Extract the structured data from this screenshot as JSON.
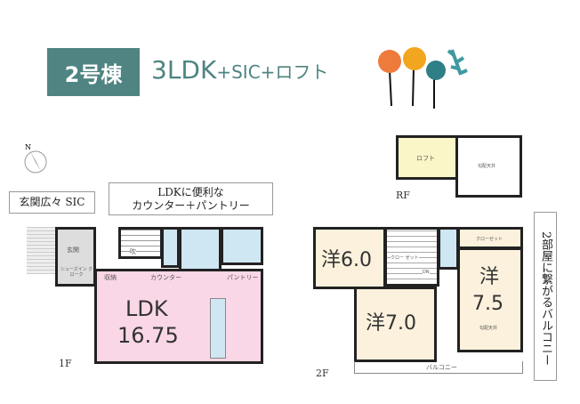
{
  "header": {
    "building": "2号棟",
    "layout_main": "3LDK",
    "layout_extra": "+SIC+ロフト",
    "colors": {
      "accent": "#4f8482",
      "flower_orange": "#ee7a3c",
      "flower_yellow": "#f2a51e",
      "flower_teal": "#2f7f86"
    }
  },
  "compass": {
    "north": "N"
  },
  "callouts": {
    "sic": "玄関広々 SIC",
    "ldk_line1": "LDKに便利な",
    "ldk_line2": "カウンター＋パントリー",
    "balcony": "2部屋に繋がるバルコニー"
  },
  "floor1": {
    "label": "1F",
    "ldk_name": "LDK",
    "ldk_size": "16.75",
    "entrance": "玄関",
    "shoe_closet": "シューズイン クローク",
    "storage": "収納",
    "counter": "カウンター",
    "pantry": "パントリー",
    "fukinuke": "吹"
  },
  "roof": {
    "label": "RF",
    "loft": "ロフト",
    "sloped_ceiling": "勾配天井"
  },
  "floor2": {
    "label": "2F",
    "room1": "洋6.0",
    "room2_a": "洋",
    "room2_b": "7.5",
    "room3": "洋7.0",
    "closet": "クローゼット",
    "small_closet": "クロー ゼット",
    "down": "DN",
    "balcony": "バルコニー",
    "sloped_ceiling": "勾配天井"
  }
}
